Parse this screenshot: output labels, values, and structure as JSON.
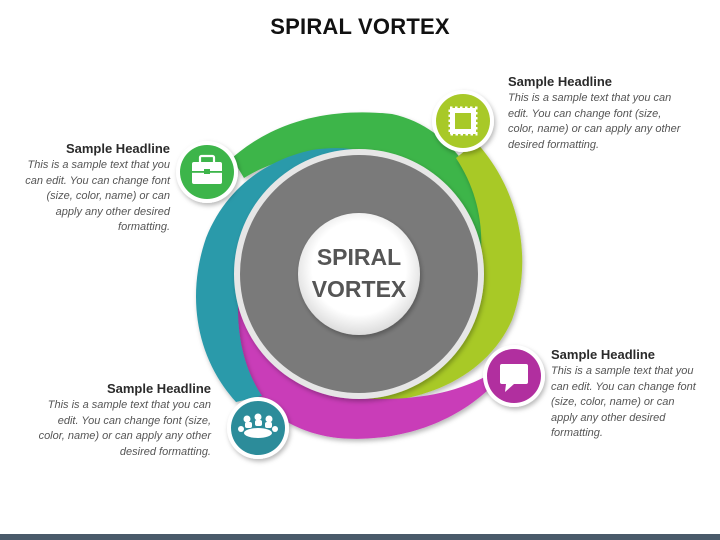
{
  "slide": {
    "title": "SPIRAL VORTEX",
    "center_label_line1": "SPIRAL",
    "center_label_line2": "VORTEX"
  },
  "items": [
    {
      "id": "top-left",
      "headline": "Sample Headline",
      "body": "This is a sample text that you can edit. You can change font (size, color, name) or can apply any other desired formatting.",
      "color": "#3db54a",
      "icon": "briefcase-icon"
    },
    {
      "id": "top-right",
      "headline": "Sample Headline",
      "body": "This is a sample text that you can edit. You can change font (size, color, name) or can apply any other desired formatting.",
      "color": "#a8c928",
      "icon": "stamp-icon"
    },
    {
      "id": "bottom-right",
      "headline": "Sample Headline",
      "body": "This is a sample text that you can edit. You can change font (size, color, name) or can apply any other desired formatting.",
      "color": "#c93cb8",
      "icon": "speech-bubble-icon"
    },
    {
      "id": "bottom-left",
      "headline": "Sample Headline",
      "body": "This is a sample text that you can edit. You can change font (size, color, name) or can apply any other desired formatting.",
      "color": "#2c9aaa",
      "icon": "team-meeting-icon"
    }
  ],
  "colors": {
    "core": "#7a7a7a",
    "core_ring": "#e6e6e6",
    "center_circle": "#ffffff",
    "footer": "#4a5a6a"
  }
}
